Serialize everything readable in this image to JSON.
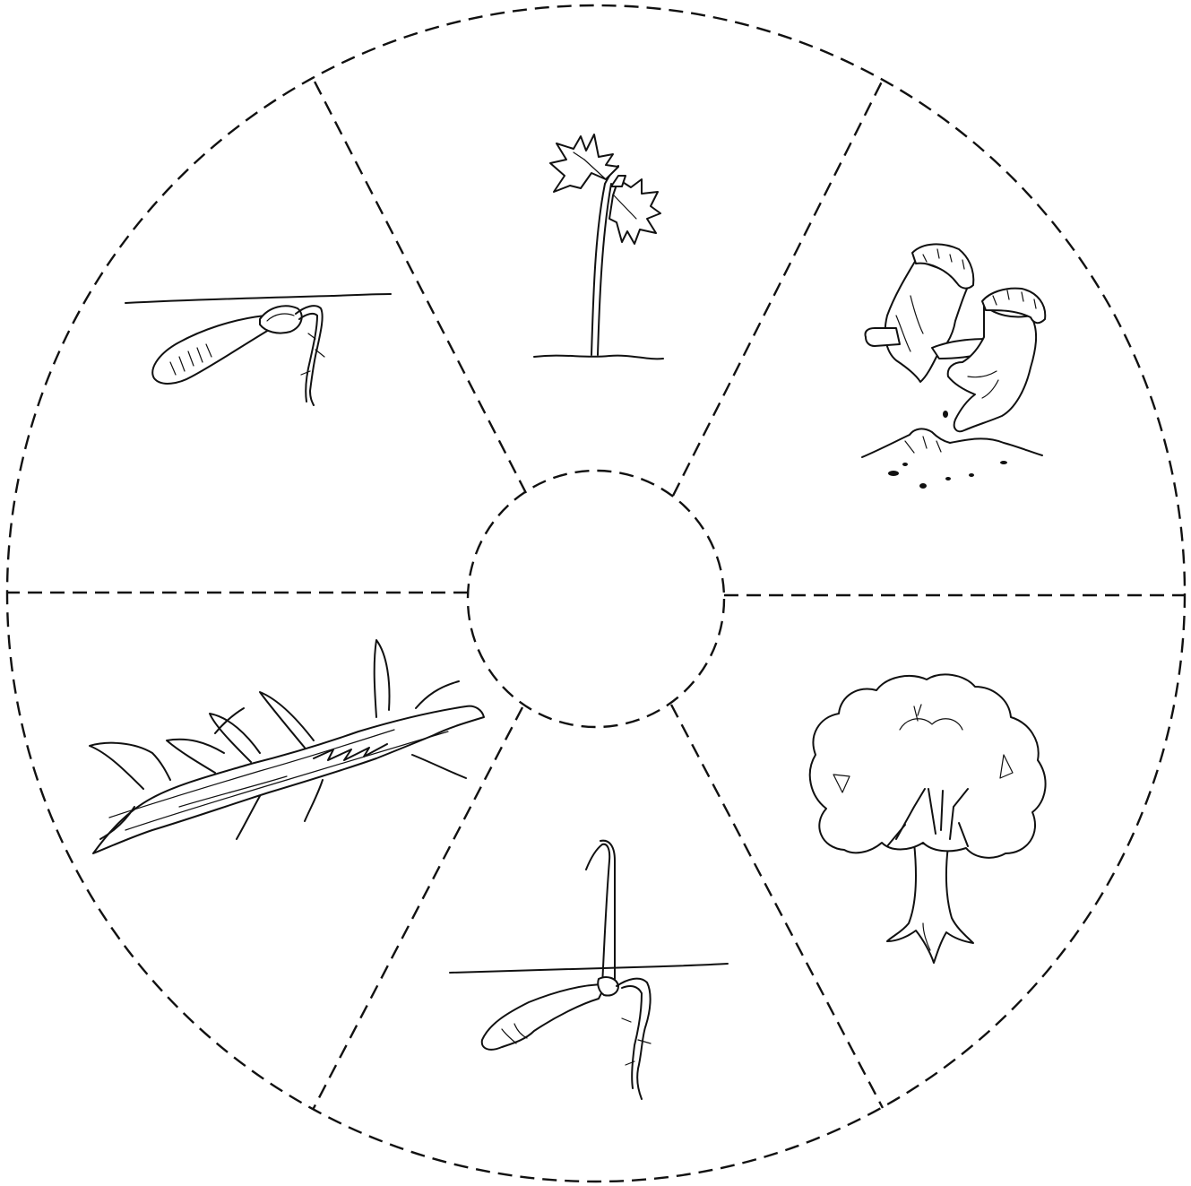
{
  "diagram": {
    "kind": "life-cycle wheel",
    "style": "black-and-white line art with dashed cut lines",
    "ink_color": "#111111",
    "background_color": "#ffffff",
    "center_circle": "blank",
    "segment_order_clockwise_from_top": [
      "seedling-with-leaves",
      "gloved-hands-planting-seed",
      "full-grown-tree",
      "sprouting-seed-below-ground",
      "fallen-log",
      "winged-seed-at-ground-line"
    ]
  }
}
